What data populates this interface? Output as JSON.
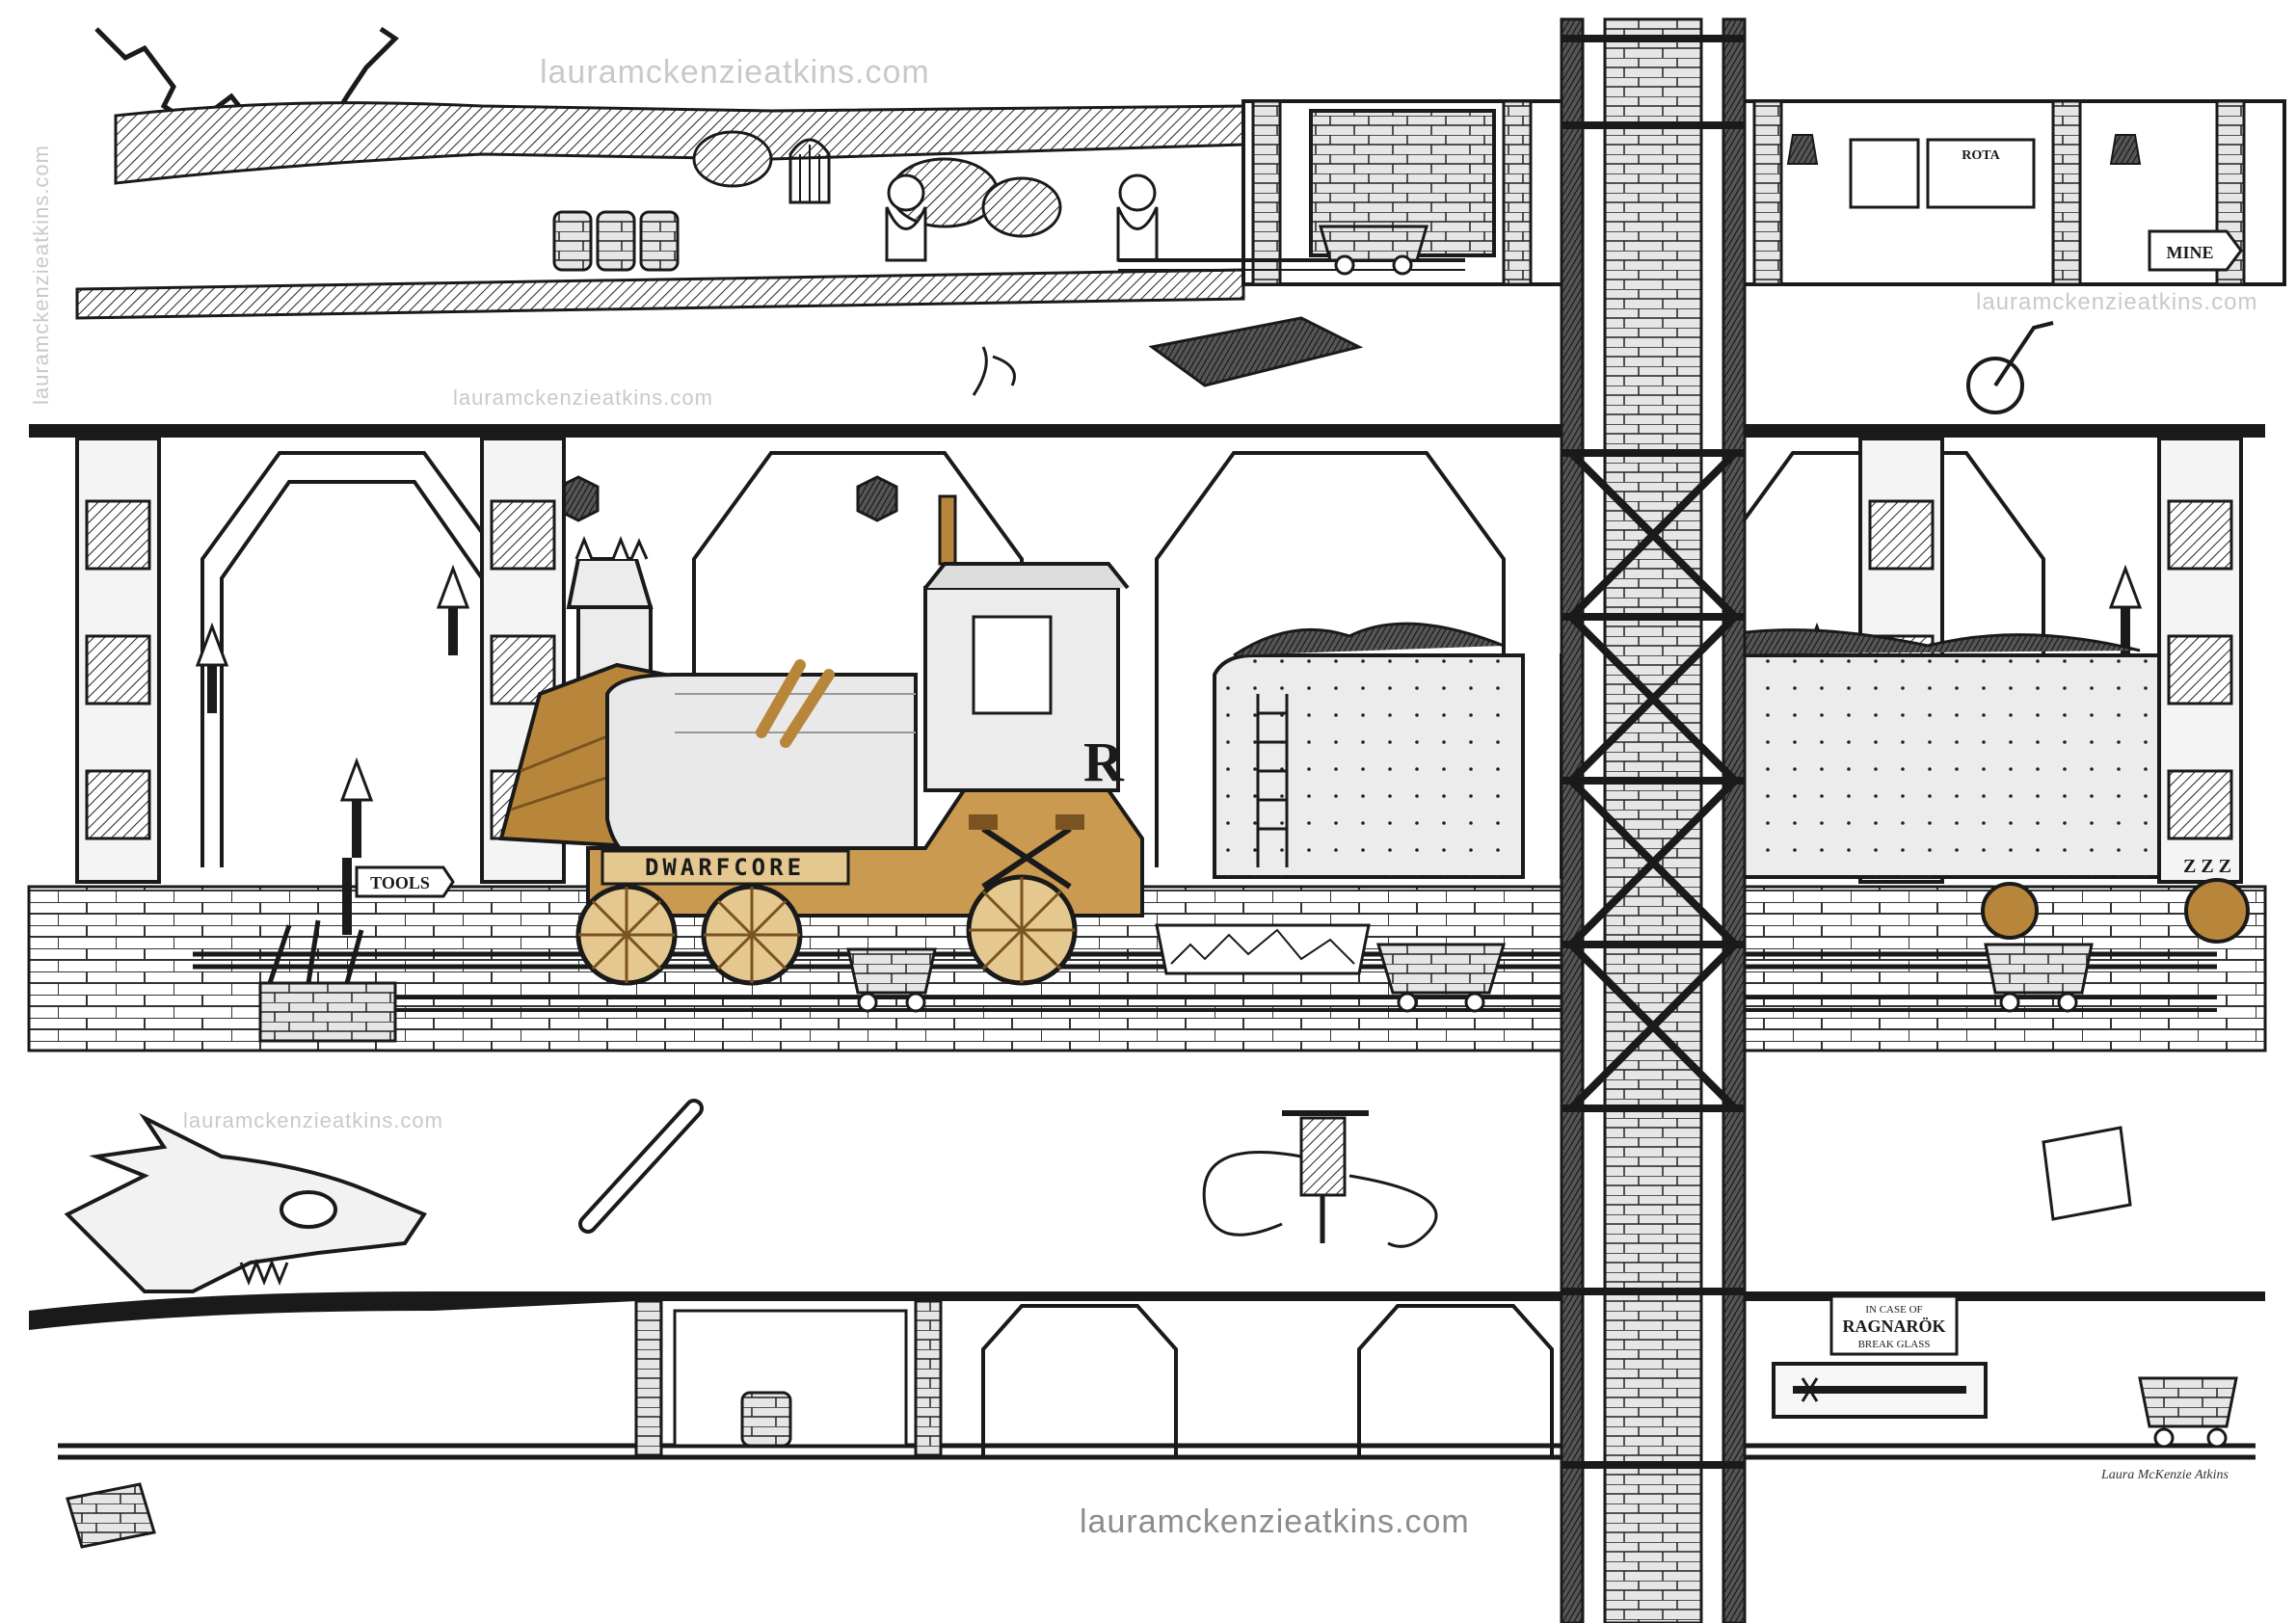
{
  "watermarks": {
    "top": "lauramckenzieatkins.com",
    "right": "lauramckenzieatkins.com",
    "left_mid": "lauramckenzieatkins.com",
    "left_low": "lauramckenzieatkins.com",
    "vertical": "lauramckenzieatkins.com",
    "bottom": "lauramckenzieatkins.com"
  },
  "signs": {
    "tools": "TOOLS",
    "locomotive": "DWARFCORE",
    "rune": "R",
    "rota": "ROTA",
    "mine": "MINE",
    "ragnarok_line1": "IN CASE OF",
    "ragnarok_line2": "RAGNARÖK",
    "ragnarok_line3": "BREAK GLASS",
    "snore": "Z Z Z"
  },
  "signature": "Laura McKenzie Atkins",
  "colors": {
    "ink": "#1a1a1a",
    "paper": "#ffffff",
    "copper": "#b8863b",
    "copper_dark": "#7a5420",
    "steel": "#e9e9e9"
  }
}
